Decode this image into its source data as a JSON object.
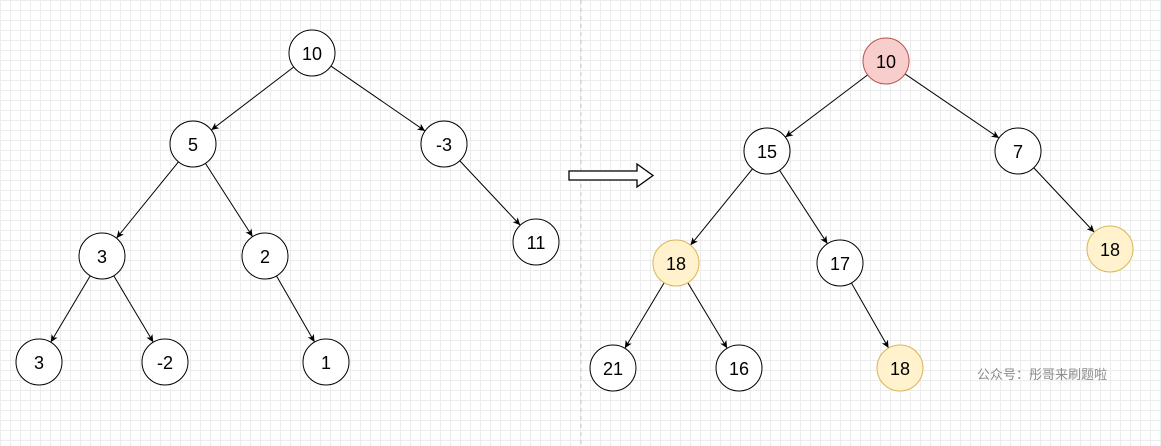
{
  "colors": {
    "node_fill": "#ffffff",
    "node_stroke": "#000000",
    "root_highlight_fill": "#f8cecc",
    "root_highlight_stroke": "#b85450",
    "path_highlight_fill": "#fff2cc",
    "path_highlight_stroke": "#d6b656",
    "edge_color": "#000000",
    "divider_color": "#c8c8c8"
  },
  "original_tree": {
    "nodes": [
      {
        "id": "o10",
        "label": "10",
        "style": "plain"
      },
      {
        "id": "o5",
        "label": "5",
        "style": "plain"
      },
      {
        "id": "om3",
        "label": "-3",
        "style": "plain"
      },
      {
        "id": "o3a",
        "label": "3",
        "style": "plain"
      },
      {
        "id": "o2",
        "label": "2",
        "style": "plain"
      },
      {
        "id": "o11",
        "label": "11",
        "style": "plain"
      },
      {
        "id": "o3b",
        "label": "3",
        "style": "plain"
      },
      {
        "id": "om2",
        "label": "-2",
        "style": "plain"
      },
      {
        "id": "o1",
        "label": "1",
        "style": "plain"
      }
    ],
    "edges": [
      {
        "from": "o10",
        "to": "o5"
      },
      {
        "from": "o10",
        "to": "om3"
      },
      {
        "from": "o5",
        "to": "o3a"
      },
      {
        "from": "o5",
        "to": "o2"
      },
      {
        "from": "om3",
        "to": "o11"
      },
      {
        "from": "o3a",
        "to": "o3b"
      },
      {
        "from": "o3a",
        "to": "om2"
      },
      {
        "from": "o2",
        "to": "o1"
      }
    ]
  },
  "prefix_sum_tree": {
    "nodes": [
      {
        "id": "p10",
        "label": "10",
        "style": "root"
      },
      {
        "id": "p15",
        "label": "15",
        "style": "plain"
      },
      {
        "id": "p7",
        "label": "7",
        "style": "plain"
      },
      {
        "id": "p18a",
        "label": "18",
        "style": "highlight"
      },
      {
        "id": "p17",
        "label": "17",
        "style": "plain"
      },
      {
        "id": "p18b",
        "label": "18",
        "style": "highlight"
      },
      {
        "id": "p21",
        "label": "21",
        "style": "plain"
      },
      {
        "id": "p16",
        "label": "16",
        "style": "plain"
      },
      {
        "id": "p18c",
        "label": "18",
        "style": "highlight"
      }
    ],
    "edges": [
      {
        "from": "p10",
        "to": "p15"
      },
      {
        "from": "p10",
        "to": "p7"
      },
      {
        "from": "p15",
        "to": "p18a"
      },
      {
        "from": "p15",
        "to": "p17"
      },
      {
        "from": "p7",
        "to": "p18b"
      },
      {
        "from": "p18a",
        "to": "p21"
      },
      {
        "from": "p18a",
        "to": "p16"
      },
      {
        "from": "p17",
        "to": "p18c"
      }
    ]
  },
  "transform_arrow_icon": "hollow-right-arrow",
  "watermark": "公众号：彤哥来刷题啦"
}
